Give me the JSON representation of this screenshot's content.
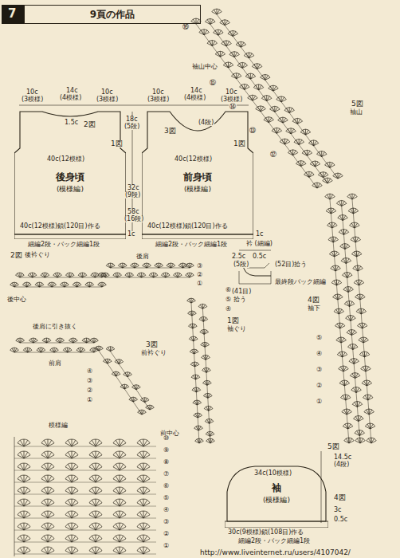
{
  "diagram": {
    "title": "9頁の作品",
    "nodes": [
      {
        "text": [
          "後身頃",
          "(模様編)"
        ]
      },
      {
        "text": [
          "前身頃",
          "(模様編)"
        ]
      },
      {
        "text": [
          "袖",
          "(模様編)"
        ]
      }
    ],
    "labels": [
      "7",
      "10c",
      "(3模様)",
      "14c",
      "(4模様)",
      "10c",
      "(3模様)",
      "10c",
      "(3模様)",
      "14c",
      "(4模様)",
      "10c",
      "(3模様)",
      "1.5c",
      "2図",
      "1図",
      "3図",
      "1図",
      "18c",
      "(5段)",
      "(4段)",
      "40c(12模様)",
      "40c(12模様)",
      "32c",
      "(9段)",
      "58c",
      "(16段)",
      "40c(12模様)鎖(120目)作る",
      "細編2段・バック細編1段",
      "40c(12模様)鎖(120目)作る",
      "細編2段・バック細編1段",
      "1c",
      "1c",
      "2図",
      "後衿ぐり",
      "③",
      "②",
      "①",
      "後肩",
      "後中心",
      "後肩に引き抜く",
      "前肩",
      "④",
      "③",
      "②",
      "①",
      "3図",
      "前衿ぐり",
      "前中心",
      "1図",
      "袖ぐり",
      "⑥",
      "⑤",
      "④",
      "衿 (細編)",
      "2.5c",
      "0.5c",
      "(5段)",
      "(52目)拾う",
      "最終段バック細編",
      "(41目)",
      "拾う",
      "袖山中心",
      "5図",
      "袖山",
      "4図",
      "袖下",
      "⑯",
      "⑮",
      "⑭",
      "⑬",
      "⑫",
      "⑤",
      "④",
      "③",
      "②",
      "①",
      "模様編",
      "⑩",
      "⑨",
      "⑧",
      "⑦",
      "⑥",
      "⑤",
      "④",
      "③",
      "②",
      "①",
      "5図",
      "34c(10模様)",
      "4図",
      "14.5c",
      "(4段)",
      "3c",
      "0.5c",
      "30c(9模様)鎖(108目)作る",
      "細編2段・バック細編1段",
      "http://www.liveinternet.ru/users/4107042/"
    ]
  }
}
